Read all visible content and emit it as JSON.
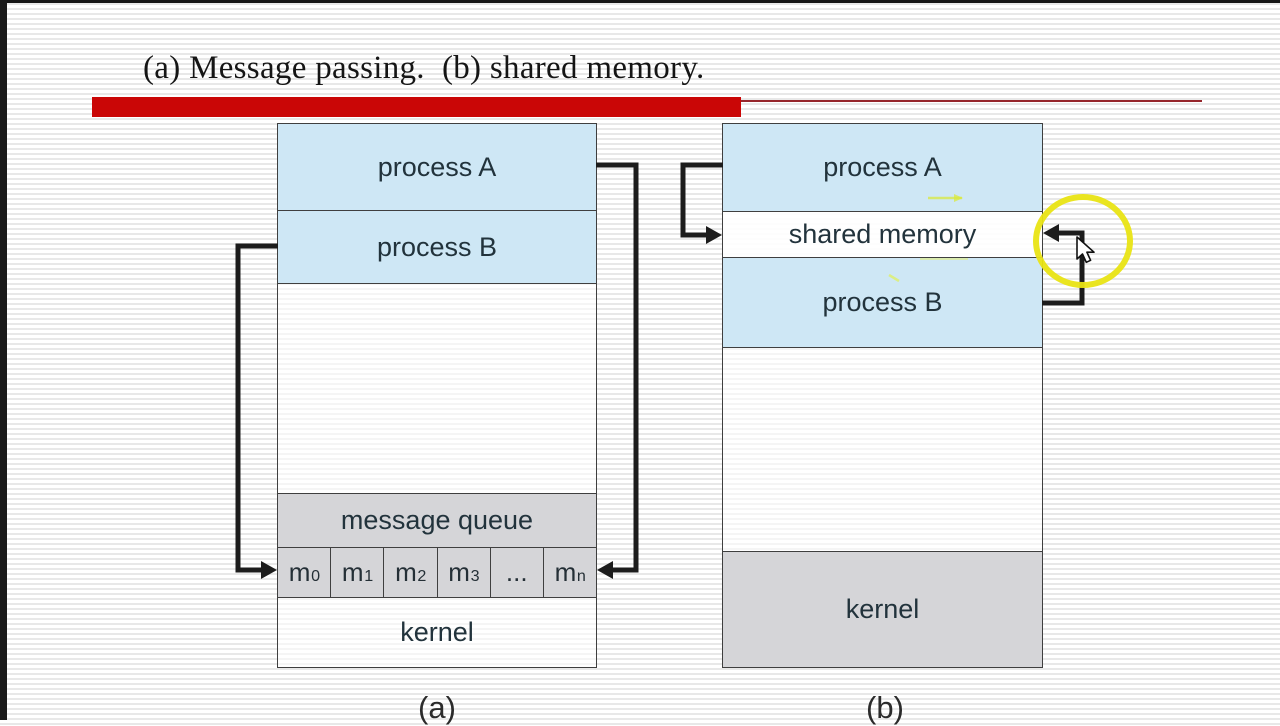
{
  "page": {
    "title": "(a) Message passing.  (b) shared memory."
  },
  "diagram_a": {
    "caption": "(a)",
    "sections": {
      "process_a": "process A",
      "process_b": "process B",
      "message_queue": "message queue",
      "kernel": "kernel"
    },
    "queue_cells": [
      {
        "base": "m",
        "sub": "0"
      },
      {
        "base": "m",
        "sub": "1"
      },
      {
        "base": "m",
        "sub": "2"
      },
      {
        "base": "m",
        "sub": "3"
      },
      {
        "base": "...",
        "sub": ""
      },
      {
        "base": "m",
        "sub": "n"
      }
    ]
  },
  "diagram_b": {
    "caption": "(b)",
    "sections": {
      "process_a": "process A",
      "shared_memory": "shared memory",
      "process_b": "process B",
      "kernel": "kernel"
    }
  },
  "colors": {
    "box_blue": "#cbe6f4",
    "box_gray": "#d3d3d6",
    "accent_red": "#ca0606",
    "thin_red": "#96262c",
    "highlight_yellow": "#e9e414",
    "arrow_black": "#1c1c1c"
  }
}
